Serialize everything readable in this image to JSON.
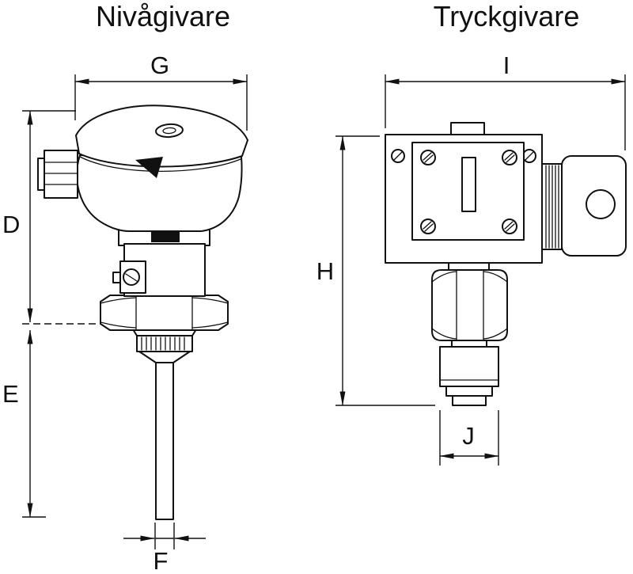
{
  "page": {
    "background": "#ffffff",
    "line_color": "#111111"
  },
  "figures": {
    "level_sensor": {
      "title": "Nivågivare",
      "dims": {
        "head_width": "G",
        "upper_height": "D",
        "insertion_length": "E",
        "probe_diameter": "F"
      }
    },
    "pressure_sensor": {
      "title": "Tryckgivare",
      "dims": {
        "overall_width": "I",
        "overall_height": "H",
        "bottom_width": "J"
      }
    }
  }
}
